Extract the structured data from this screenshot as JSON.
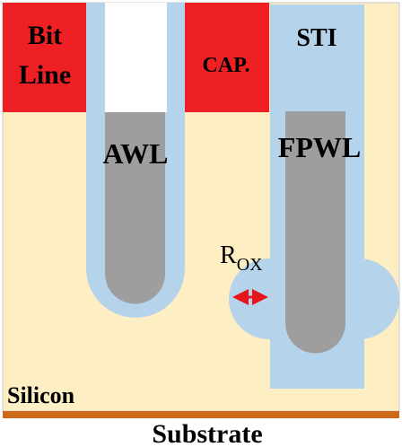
{
  "labels": {
    "bit_line_line1": "Bit",
    "bit_line_line2": "Line",
    "cap": "CAP.",
    "sti": "STI",
    "awl": "AWL",
    "fpwl": "FPWL",
    "rox_main": "R",
    "rox_sub": "OX",
    "silicon": "Silicon",
    "substrate": "Substrate"
  },
  "colors": {
    "silicon": "#fdefc3",
    "oxide": "#b6d3ec",
    "gate": "#9e9e9e",
    "contact": "#ee2024",
    "trench_open": "#ffffff",
    "substrate_line": "#cf6a1c",
    "arrow": "#e8141b",
    "text": "#000000"
  }
}
